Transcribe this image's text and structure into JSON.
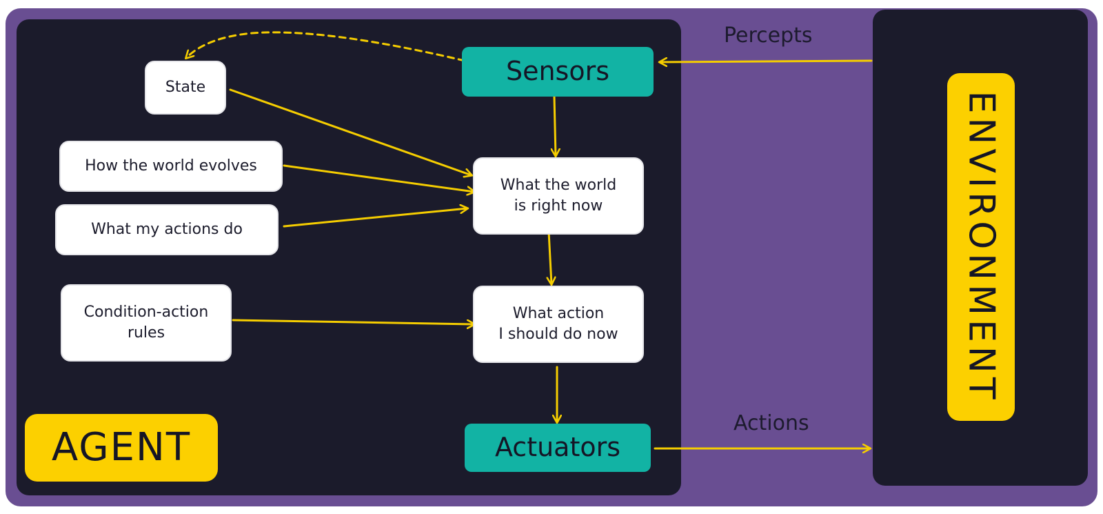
{
  "diagram": {
    "agent_label": "AGENT",
    "environment_label": "ENVIRONMENT",
    "nodes": {
      "sensors": "Sensors",
      "actuators": "Actuators",
      "state": "State",
      "world_evolves": "How the world evolves",
      "my_actions": "What my actions do",
      "condition_rules_line1": "Condition-action",
      "condition_rules_line2": "rules",
      "world_now_line1": "What the world",
      "world_now_line2": "is right now",
      "action_now_line1": "What action",
      "action_now_line2": "I should do now"
    },
    "edges": {
      "percepts": "Percepts",
      "actions": "Actions"
    },
    "colors": {
      "background": "#694e92",
      "panel": "#1b1b2b",
      "teal": "#12b3a4",
      "yellow": "#fcd000",
      "arrow": "#f5cd00"
    }
  }
}
